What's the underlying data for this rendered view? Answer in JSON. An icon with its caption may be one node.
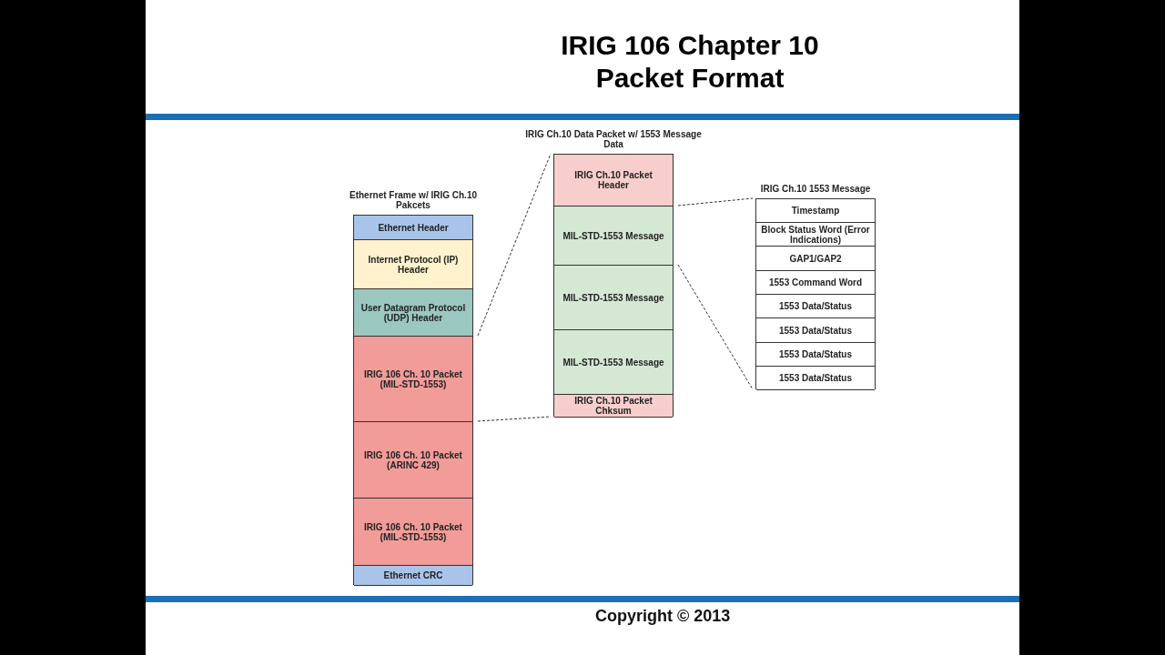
{
  "diagram": {
    "title": "IRIG 106 Chapter 10 Packet Format",
    "nodes": [
      {
        "text": [
          "Ethernet Frame w/ IRIG Ch.10 Pakcets"
        ]
      },
      {
        "text": [
          "Ethernet Header"
        ],
        "in": 0
      },
      {
        "text": [
          "Internet Protocol (IP) Header"
        ],
        "in": 0
      },
      {
        "text": [
          "User Datagram Protocol (UDP) Header"
        ],
        "in": 0
      },
      {
        "text": [
          "IRIG 106 Ch. 10 Packet (MIL-STD-1553)"
        ],
        "in": 0
      },
      {
        "text": [
          "IRIG 106 Ch. 10 Packet (ARINC 429)"
        ],
        "in": 0
      },
      {
        "text": [
          "IRIG 106 Ch. 10 Packet (MIL-STD-1553)"
        ],
        "in": 0
      },
      {
        "text": [
          "Ethernet CRC"
        ],
        "in": 0
      },
      {
        "text": [
          "IRIG Ch.10 Data Packet w/ 1553 Message Data"
        ]
      },
      {
        "text": [
          "IRIG Ch.10 Packet Header"
        ],
        "in": 8
      },
      {
        "text": [
          "MIL-STD-1553 Message"
        ],
        "in": 8
      },
      {
        "text": [
          "MIL-STD-1553 Message"
        ],
        "in": 8
      },
      {
        "text": [
          "MIL-STD-1553 Message"
        ],
        "in": 8
      },
      {
        "text": [
          "IRIG Ch.10 Packet Chksum"
        ],
        "in": 8
      },
      {
        "text": [
          "IRIG Ch.10 1553 Message"
        ]
      },
      {
        "text": [
          "Timestamp"
        ],
        "in": 14
      },
      {
        "text": [
          "Block Status Word (Error Indications)"
        ],
        "in": 14
      },
      {
        "text": [
          "GAP1/GAP2"
        ],
        "in": 14
      },
      {
        "text": [
          "1553 Command Word"
        ],
        "in": 14
      },
      {
        "text": [
          "1553 Data/Status"
        ],
        "in": 14
      },
      {
        "text": [
          "1553 Data/Status"
        ],
        "in": 14
      },
      {
        "text": [
          "1553 Data/Status"
        ],
        "in": 14
      },
      {
        "text": [
          "1553 Data/Status"
        ],
        "in": 14
      }
    ],
    "edges": [
      {
        "from": 4,
        "to": 8,
        "arrow": "none",
        "style": "dashed"
      },
      {
        "from": 4,
        "to": 8,
        "arrow": "none",
        "style": "dashed"
      },
      {
        "from": 10,
        "to": 14,
        "arrow": "none",
        "style": "dashed"
      },
      {
        "from": 10,
        "to": 14,
        "arrow": "none",
        "style": "dashed"
      }
    ],
    "labels": [
      "Copyright © 2013"
    ]
  }
}
